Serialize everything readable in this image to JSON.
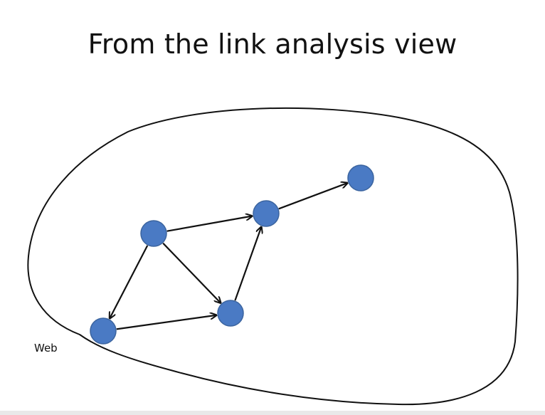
{
  "title": "From the link analysis view",
  "region_label": "Web",
  "colors": {
    "node_fill": "#4a7ac4",
    "node_stroke": "#3b649f",
    "edge": "#111111",
    "blob_stroke": "#111111"
  },
  "nodes": [
    "a",
    "b",
    "c",
    "d",
    "e"
  ],
  "edges": [
    {
      "from": "a",
      "to": "b"
    },
    {
      "from": "a",
      "to": "d"
    },
    {
      "from": "a",
      "to": "e"
    },
    {
      "from": "d",
      "to": "e"
    },
    {
      "from": "e",
      "to": "b"
    },
    {
      "from": "b",
      "to": "c"
    }
  ]
}
